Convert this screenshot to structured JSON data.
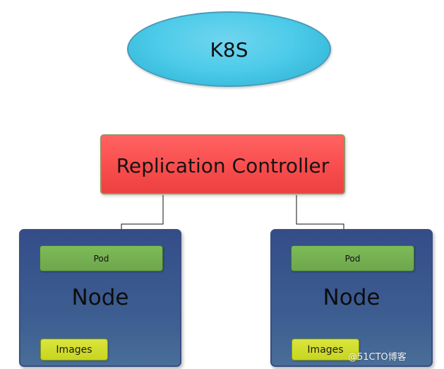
{
  "diagram": {
    "top_node": {
      "label": "K8S"
    },
    "controller": {
      "label": "Replication Controller"
    },
    "nodes": [
      {
        "label": "Node",
        "pod_label": "Pod",
        "images_label": "Images"
      },
      {
        "label": "Node",
        "pod_label": "Pod",
        "images_label": "Images"
      }
    ]
  },
  "watermark": {
    "text": "@51CTO博客"
  },
  "colors": {
    "top_node": "#4ccbe9",
    "controller": "#f94d4d",
    "node": "#3d5e91",
    "pod": "#74b04f",
    "images": "#cfdc2e",
    "connector": "#111111"
  }
}
